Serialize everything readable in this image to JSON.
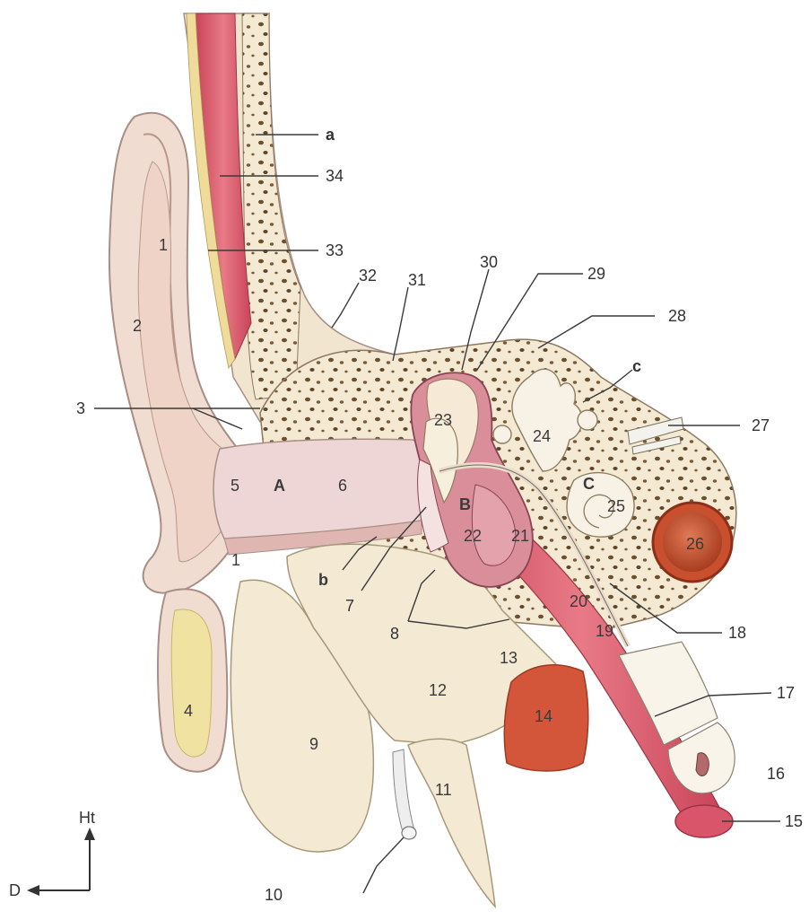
{
  "labels": {
    "n1_upper": "1",
    "n1_lower": "1",
    "n2": "2",
    "n3": "3",
    "n4": "4",
    "n5": "5",
    "n6": "6",
    "n7": "7",
    "n8": "8",
    "n9": "9",
    "n10": "10",
    "n11": "11",
    "n12": "12",
    "n13": "13",
    "n14": "14",
    "n15": "15",
    "n16": "16",
    "n17": "17",
    "n18": "18",
    "n19": "19",
    "n20": "20",
    "n21": "21",
    "n22": "22",
    "n23": "23",
    "n24": "24",
    "n25": "25",
    "n26": "26",
    "n27": "27",
    "n28": "28",
    "n29": "29",
    "n30": "30",
    "n31": "31",
    "n32": "32",
    "n33": "33",
    "n34": "34",
    "a": "a",
    "b": "b",
    "c": "c",
    "A": "A",
    "B": "B",
    "C": "C"
  },
  "orientation": {
    "up": "Ht",
    "left": "D"
  },
  "colors": {
    "skin": "#f1dcd2",
    "skin_edge": "#a88f85",
    "cartilage": "#f2e9cf",
    "canal": "#eed6d6",
    "bone": "#f4ead3",
    "pore": "#6b5030",
    "muscle": "#d9566a",
    "artery": "#c8502e",
    "vein": "#d4563a",
    "fat": "#f0e2a0",
    "tympanic": "#d98e9a"
  }
}
